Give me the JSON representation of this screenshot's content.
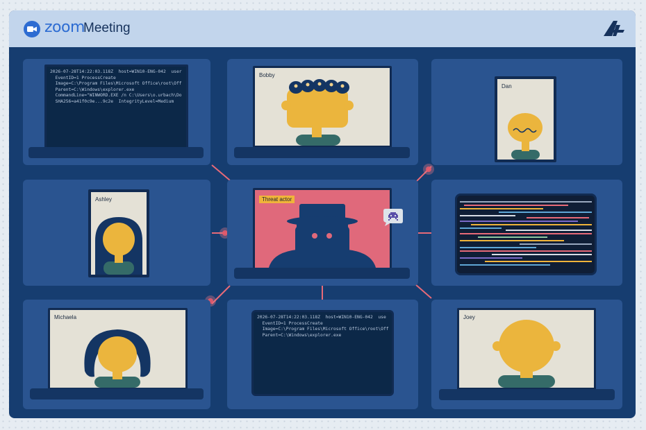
{
  "app": {
    "brand_name": "zoom",
    "window_title": "Meeting",
    "brand_color": "#2d6cd2",
    "logo_icon": "camera-icon",
    "corner_icon": "stylized-a-logo-icon"
  },
  "participants": {
    "bobby": "Bobby",
    "dan": "Dan",
    "ashley": "Ashley",
    "threat_actor": "Threat actor",
    "michaela": "Michaela",
    "joey": "Joey"
  },
  "chat_bubble_icon": "space-invader-icon",
  "terminal_top": [
    "2026-07-28T14:22:03.118Z  host=WIN10-ENG-042  user",
    "  EventID=1 ProcessCreate",
    "  Image=C:\\Program Files\\Microsoft Office\\root\\Off",
    "  Parent=C:\\Windows\\explorer.exe",
    "  CommandLine=\"WINWORD.EXE /n C:\\Users\\o.urbach\\Do",
    "  SHA256=a41f0c9e...9c2e  IntegrityLevel=Medium"
  ],
  "terminal_bottom": [
    "2026-07-28T14:22:03.118Z  host=WIN10-ENG-042  use",
    "  EventID=1 ProcessCreate",
    "  Image=C:\\Program Files\\Microsoft Office\\root\\Off",
    "  Parent=C:\\Windows\\explorer.exe"
  ],
  "colors": {
    "window_bg": "#163d70",
    "tile_bg": "#2a5490",
    "threat_screen": "#e0697b",
    "face": "#ebb53d",
    "shirt": "#356b68",
    "hair": "#143563",
    "connector": "#e86a78"
  }
}
